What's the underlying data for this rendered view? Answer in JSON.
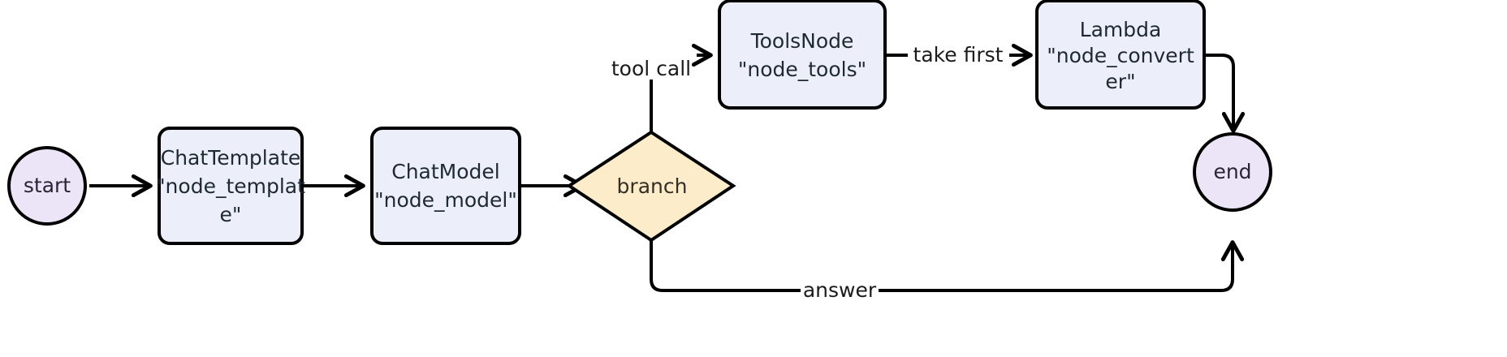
{
  "diagram": {
    "type": "flowchart",
    "orientation": "left-to-right",
    "background_color": "#ffffff",
    "nodes": [
      {
        "id": "start",
        "shape": "circle",
        "label": "start",
        "fill": "#ece4f7",
        "stroke": "#000000"
      },
      {
        "id": "node_template",
        "shape": "rounded-rect",
        "line1": "ChatTemplate",
        "line2": "\"node_templat",
        "line3": "e\"",
        "fill": "#eceffa",
        "stroke": "#000000"
      },
      {
        "id": "node_model",
        "shape": "rounded-rect",
        "line1": "ChatModel",
        "line2": "\"node_model\"",
        "line3": "",
        "fill": "#eceffa",
        "stroke": "#000000"
      },
      {
        "id": "branch",
        "shape": "diamond",
        "label": "branch",
        "fill": "#fcecc9",
        "stroke": "#000000"
      },
      {
        "id": "node_tools",
        "shape": "rounded-rect",
        "line1": "ToolsNode",
        "line2": "\"node_tools\"",
        "line3": "",
        "fill": "#eceffa",
        "stroke": "#000000"
      },
      {
        "id": "node_converter",
        "shape": "rounded-rect",
        "line1": "Lambda",
        "line2": "\"node_convert",
        "line3": "er\"",
        "fill": "#eceffa",
        "stroke": "#000000"
      },
      {
        "id": "end",
        "shape": "circle",
        "label": "end",
        "fill": "#ece4f7",
        "stroke": "#000000"
      }
    ],
    "edges": [
      {
        "id": "e1",
        "from": "start",
        "to": "node_template",
        "label": ""
      },
      {
        "id": "e2",
        "from": "node_template",
        "to": "node_model",
        "label": ""
      },
      {
        "id": "e3",
        "from": "node_model",
        "to": "branch",
        "label": ""
      },
      {
        "id": "e4",
        "from": "branch",
        "to": "node_tools",
        "label": "tool call"
      },
      {
        "id": "e5",
        "from": "node_tools",
        "to": "node_converter",
        "label": "take first"
      },
      {
        "id": "e6",
        "from": "node_converter",
        "to": "end",
        "label": ""
      },
      {
        "id": "e7",
        "from": "branch",
        "to": "end",
        "label": "answer"
      }
    ]
  }
}
